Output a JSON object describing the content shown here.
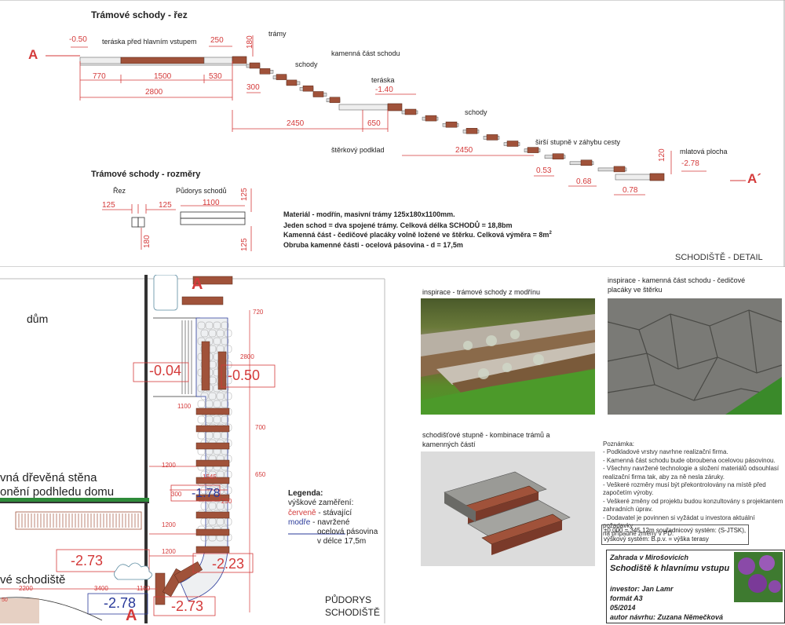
{
  "section": {
    "title": "Trámové schody - řez",
    "label_A_left": "A",
    "label_A_right": "A´",
    "levels": {
      "top": "-0.50",
      "mid": "-1.40",
      "bottom": "-2.78"
    },
    "annotations": {
      "terrace_top": "teráska před hlavním vstupem",
      "beams": "trámy",
      "steps1": "schody",
      "stone_part": "kamenná část schodu",
      "terrace_mid": "teráska",
      "gravel": "štěrkový podklad",
      "steps2": "schody",
      "wide_steps": "širší stupně v záhybu cesty",
      "mulch": "mlatová plocha"
    },
    "dims": {
      "d250": "250",
      "d180": "180",
      "d770": "770",
      "d1500": "1500",
      "d530": "530",
      "d2800": "2800",
      "d300": "300",
      "d2450a": "2450",
      "d650": "650",
      "d2450b": "2450",
      "d053": "0.53",
      "d068": "0.68",
      "d078": "0.78",
      "d120": "120"
    }
  },
  "dimensions": {
    "title": "Trámové schody - rozměry",
    "rez": "Řez",
    "pudorys": "Půdorys schodů",
    "d125a": "125",
    "d125b": "125",
    "d180": "180",
    "d1100": "1100",
    "d125c": "125",
    "d125d": "125"
  },
  "material": {
    "line1": "Materiál - modřín, masivní trámy 125x180x1100mm.",
    "line2": "Jeden schod = dva spojené trámy. Celková délka SCHODŮ = 18,8bm",
    "line3_prefix": "Kamenná část - čedičové placáky volně ložené ve štěrku. Celková výměra = 8m",
    "line3_sup": "2",
    "line4": "Obruba kamenné části - ocelová pásovina - d = 17,5m"
  },
  "detail_label": "SCHODIŠTĚ - DETAIL",
  "plan": {
    "dum": "dům",
    "wall_line1": "vná dřevěná stěna",
    "wall_line2": "onění podhledu domu",
    "stair_label": "vé schodiště",
    "A": "A",
    "A_bottom": "A",
    "levels": {
      "l004": "-0.04",
      "l050": "-0.50",
      "l178": "-1.78",
      "l273a": "-2.73",
      "l223": "-2.23",
      "l278": "-2.78",
      "l273b": "-2.73"
    },
    "dims": {
      "d720": "720",
      "d2800": "2800",
      "d1100a": "1100",
      "d700": "700",
      "d1200a": "1200",
      "d1545": "1545",
      "d650": "650",
      "d300": "300",
      "d250": "250",
      "d1200b": "1200",
      "d1200c": "1200",
      "d2200": "2200",
      "d3400": "3400",
      "d1100b": "1100",
      "d50": "50"
    },
    "legend": {
      "title": "Legenda:",
      "line1": "výškové zaměření:",
      "red_word": "červeně",
      "red_rest": " - stávající",
      "blue_word": "modře",
      "blue_rest": " - navržené",
      "steel1": "ocelová pásovina",
      "steel2": "v délce 17,5m"
    },
    "caption1": "PŮDORYS",
    "caption2": "SCHODIŠTĚ"
  },
  "inspiration": {
    "photo1": "inspirace - trámové schody z modřínu",
    "photo2_l1": "inspirace - kamenná část schodu - čedičové",
    "photo2_l2": "placáky ve štěrku",
    "photo3_l1": "schodišťové stupně - kombinace trámů a",
    "photo3_l2": "kamenných částí"
  },
  "notes": {
    "title": "Poznámka:",
    "n1": "- Podkladové vrstvy navrhne realizační firma.",
    "n2": "- Kamenná část schodu bude obroubena ocelovou pásovinou.",
    "n3a": "- Všechny navržené technologie a složení materiálů odsouhlasí",
    "n3b": "realizační firma tak, aby za ně nesla záruky.",
    "n4a": "- Veškeré rozměry musí být překontrolovány na místě před",
    "n4b": "započetím výroby.",
    "n5a": "- Veškeré změny od projektu budou konzultovány s projektantem",
    "n5b": "zahradních úprav.",
    "n6a": "- Dodavatel je povinnen si vyžádat u investora aktuální požadavky",
    "n6b": "na případné změny v PD.",
    "coord1": "±0,000 = 345,12m souřadnicový systém: (S-JTSK),",
    "coord2": "výškový systém: B.p.v. = výška terasy"
  },
  "titleblock": {
    "project": "Zahrada v Mirošovicích",
    "name": "Schodiště k hlavnímu vstupu",
    "investor": "investor: Jan Lamr",
    "format": "formát A3",
    "date": "05/2014",
    "author": "autor návrhu: Zuzana Němečková"
  },
  "colors": {
    "dim": "#d43a3a",
    "wood": "#a0523a",
    "blue": "#2a3a9a"
  }
}
